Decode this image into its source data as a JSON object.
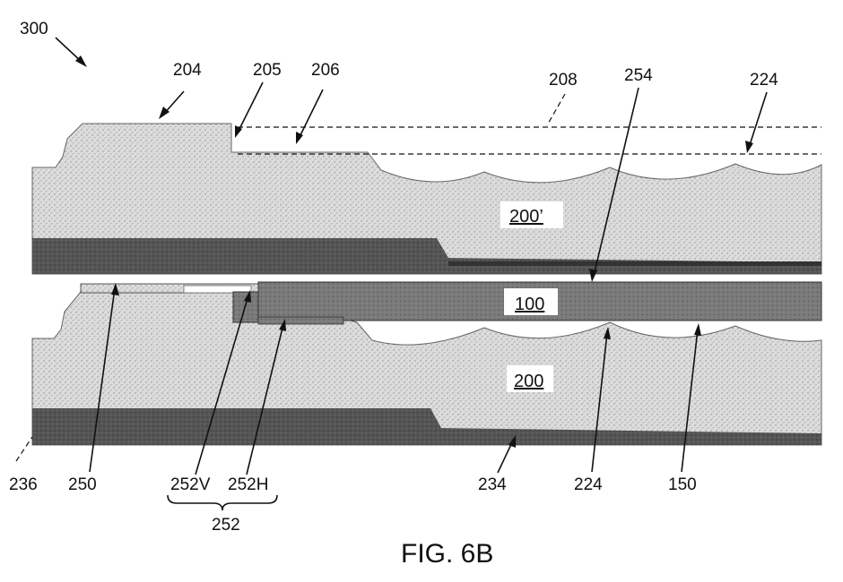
{
  "figure": {
    "caption": "FIG. 6B",
    "inner_labels": {
      "upper_body": "200’",
      "lower_body": "200",
      "center": "100"
    },
    "labels": {
      "l300": "300",
      "l204": "204",
      "l205": "205",
      "l206": "206",
      "l208": "208",
      "l254": "254",
      "l224_top": "224",
      "l236": "236",
      "l250": "250",
      "l252V": "252V",
      "l252H": "252H",
      "l252": "252",
      "l234": "234",
      "l224_bottom": "224",
      "l150": "150"
    }
  }
}
